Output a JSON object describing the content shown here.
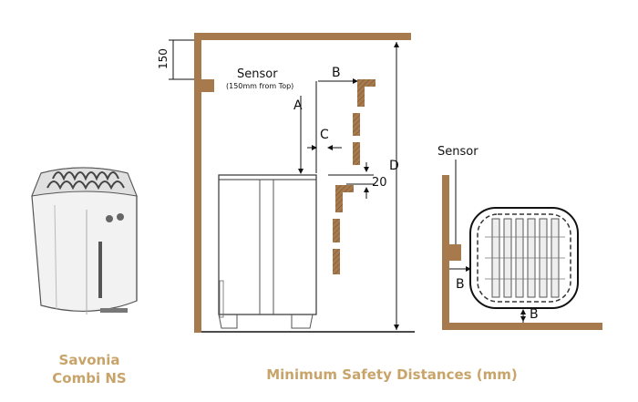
{
  "product": {
    "line1": "Savonia",
    "line2": "Combi NS"
  },
  "diagram_title": "Minimum Safety Distances (mm)",
  "side_view": {
    "dimension_150": "150",
    "sensor_label": "Sensor",
    "sensor_note": "(150mm from Top)",
    "label_a": "A",
    "label_b": "B",
    "label_c": "C",
    "label_d": "D",
    "dimension_20": "20"
  },
  "top_view": {
    "sensor_label": "Sensor",
    "label_b_side": "B",
    "label_b_bottom": "B"
  },
  "colors": {
    "wall": "#a77a4e",
    "accent_text": "#c8a46a",
    "line": "#111111"
  }
}
